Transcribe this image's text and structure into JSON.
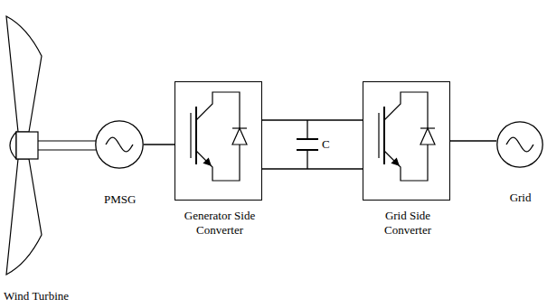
{
  "diagram": {
    "nodes": [
      {
        "text": [
          "PMSG"
        ]
      },
      {
        "text": [
          "Generator Side Converter"
        ]
      },
      {
        "text": [
          "Grid Side Converter"
        ]
      },
      {
        "text": [
          "Grid"
        ]
      }
    ],
    "edges": [
      {
        "from": 0,
        "to": 1,
        "arrow": "none"
      },
      {
        "from": 1,
        "to": 2,
        "arrow": "none"
      },
      {
        "from": 1,
        "to": 2,
        "arrow": "none"
      },
      {
        "from": 2,
        "to": 3,
        "arrow": "none"
      }
    ],
    "labels": [
      "C",
      "Wind Turbine"
    ]
  }
}
